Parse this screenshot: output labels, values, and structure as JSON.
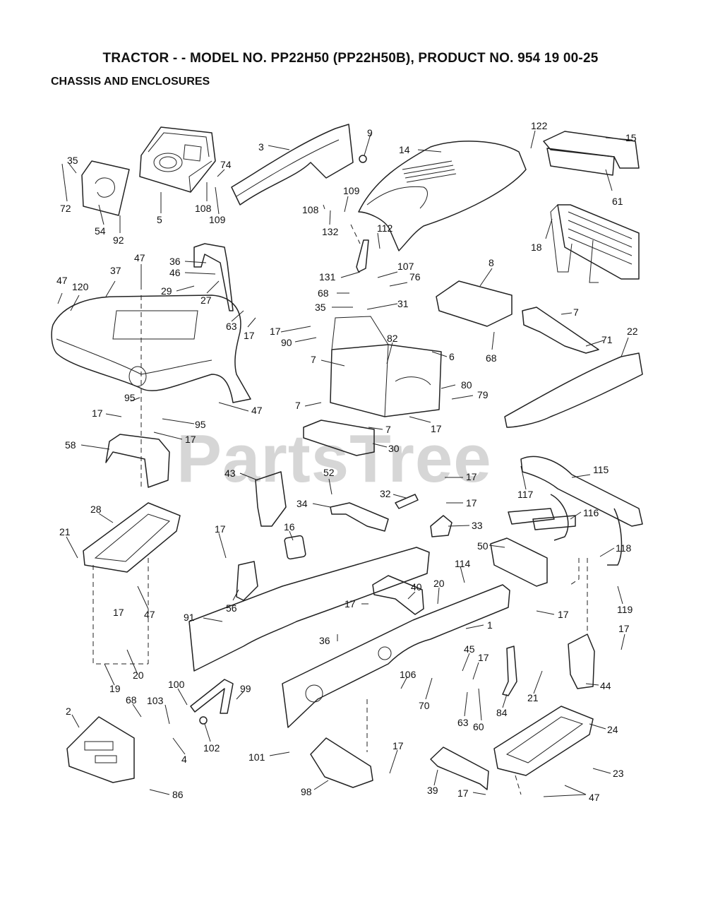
{
  "header": {
    "title": "TRACTOR - - MODEL NO. PP22H50 (PP22H50B), PRODUCT NO. 954 19 00-25",
    "subtitle": "CHASSIS AND ENCLOSURES"
  },
  "watermark": "PartsTree",
  "callouts": [
    {
      "id": "c-3",
      "text": "3"
    },
    {
      "id": "c-9",
      "text": "9"
    },
    {
      "id": "c-14",
      "text": "14"
    },
    {
      "id": "c-122",
      "text": "122"
    },
    {
      "id": "c-15",
      "text": "15"
    },
    {
      "id": "c-61",
      "text": "61"
    },
    {
      "id": "c-35a",
      "text": "35"
    },
    {
      "id": "c-72",
      "text": "72"
    },
    {
      "id": "c-54",
      "text": "54"
    },
    {
      "id": "c-92",
      "text": "92"
    },
    {
      "id": "c-5",
      "text": "5"
    },
    {
      "id": "c-74",
      "text": "74"
    },
    {
      "id": "c-108a",
      "text": "108"
    },
    {
      "id": "c-109a",
      "text": "109"
    },
    {
      "id": "c-109b",
      "text": "109"
    },
    {
      "id": "c-108b",
      "text": "108"
    },
    {
      "id": "c-132",
      "text": "132"
    },
    {
      "id": "c-112",
      "text": "112"
    },
    {
      "id": "c-18",
      "text": "18"
    },
    {
      "id": "c-36a",
      "text": "36"
    },
    {
      "id": "c-46",
      "text": "46"
    },
    {
      "id": "c-29",
      "text": "29"
    },
    {
      "id": "c-27",
      "text": "27"
    },
    {
      "id": "c-47a",
      "text": "47"
    },
    {
      "id": "c-37",
      "text": "37"
    },
    {
      "id": "c-47b",
      "text": "47"
    },
    {
      "id": "c-120",
      "text": "120"
    },
    {
      "id": "c-131",
      "text": "131"
    },
    {
      "id": "c-107",
      "text": "107"
    },
    {
      "id": "c-76",
      "text": "76"
    },
    {
      "id": "c-8",
      "text": "8"
    },
    {
      "id": "c-68a",
      "text": "68"
    },
    {
      "id": "c-35b",
      "text": "35"
    },
    {
      "id": "c-31",
      "text": "31"
    },
    {
      "id": "c-63a",
      "text": "63"
    },
    {
      "id": "c-17a",
      "text": "17"
    },
    {
      "id": "c-17b",
      "text": "17"
    },
    {
      "id": "c-90",
      "text": "90"
    },
    {
      "id": "c-82",
      "text": "82"
    },
    {
      "id": "c-6",
      "text": "6"
    },
    {
      "id": "c-68b",
      "text": "68"
    },
    {
      "id": "c-7a",
      "text": "7"
    },
    {
      "id": "c-71",
      "text": "71"
    },
    {
      "id": "c-22",
      "text": "22"
    },
    {
      "id": "c-7b",
      "text": "7"
    },
    {
      "id": "c-80",
      "text": "80"
    },
    {
      "id": "c-79",
      "text": "79"
    },
    {
      "id": "c-95a",
      "text": "95"
    },
    {
      "id": "c-47c",
      "text": "47"
    },
    {
      "id": "c-7c",
      "text": "7"
    },
    {
      "id": "c-17c",
      "text": "17"
    },
    {
      "id": "c-95b",
      "text": "95"
    },
    {
      "id": "c-7d",
      "text": "7"
    },
    {
      "id": "c-17d",
      "text": "17"
    },
    {
      "id": "c-17e",
      "text": "17"
    },
    {
      "id": "c-58",
      "text": "58"
    },
    {
      "id": "c-30",
      "text": "30"
    },
    {
      "id": "c-43",
      "text": "43"
    },
    {
      "id": "c-52",
      "text": "52"
    },
    {
      "id": "c-17f",
      "text": "17"
    },
    {
      "id": "c-117",
      "text": "117"
    },
    {
      "id": "c-115",
      "text": "115"
    },
    {
      "id": "c-32",
      "text": "32"
    },
    {
      "id": "c-17g",
      "text": "17"
    },
    {
      "id": "c-28",
      "text": "28"
    },
    {
      "id": "c-34",
      "text": "34"
    },
    {
      "id": "c-33",
      "text": "33"
    },
    {
      "id": "c-116",
      "text": "116"
    },
    {
      "id": "c-21a",
      "text": "21"
    },
    {
      "id": "c-17h",
      "text": "17"
    },
    {
      "id": "c-16",
      "text": "16"
    },
    {
      "id": "c-50",
      "text": "50"
    },
    {
      "id": "c-118",
      "text": "118"
    },
    {
      "id": "c-114",
      "text": "114"
    },
    {
      "id": "c-40",
      "text": "40"
    },
    {
      "id": "c-20a",
      "text": "20"
    },
    {
      "id": "c-56",
      "text": "56"
    },
    {
      "id": "c-47d",
      "text": "47"
    },
    {
      "id": "c-17i",
      "text": "17"
    },
    {
      "id": "c-17j",
      "text": "17"
    },
    {
      "id": "c-119",
      "text": "119"
    },
    {
      "id": "c-91",
      "text": "91"
    },
    {
      "id": "c-1",
      "text": "1"
    },
    {
      "id": "c-17k",
      "text": "17"
    },
    {
      "id": "c-17l",
      "text": "17"
    },
    {
      "id": "c-36b",
      "text": "36"
    },
    {
      "id": "c-45",
      "text": "45"
    },
    {
      "id": "c-17m",
      "text": "17"
    },
    {
      "id": "c-19",
      "text": "19"
    },
    {
      "id": "c-20b",
      "text": "20"
    },
    {
      "id": "c-100",
      "text": "100"
    },
    {
      "id": "c-99",
      "text": "99"
    },
    {
      "id": "c-106",
      "text": "106"
    },
    {
      "id": "c-70",
      "text": "70"
    },
    {
      "id": "c-21b",
      "text": "21"
    },
    {
      "id": "c-44",
      "text": "44"
    },
    {
      "id": "c-2",
      "text": "2"
    },
    {
      "id": "c-68c",
      "text": "68"
    },
    {
      "id": "c-103",
      "text": "103"
    },
    {
      "id": "c-63b",
      "text": "63"
    },
    {
      "id": "c-60",
      "text": "60"
    },
    {
      "id": "c-84",
      "text": "84"
    },
    {
      "id": "c-24",
      "text": "24"
    },
    {
      "id": "c-4",
      "text": "4"
    },
    {
      "id": "c-102",
      "text": "102"
    },
    {
      "id": "c-17n",
      "text": "17"
    },
    {
      "id": "c-101",
      "text": "101"
    },
    {
      "id": "c-23",
      "text": "23"
    },
    {
      "id": "c-86",
      "text": "86"
    },
    {
      "id": "c-98",
      "text": "98"
    },
    {
      "id": "c-39",
      "text": "39"
    },
    {
      "id": "c-17o",
      "text": "17"
    },
    {
      "id": "c-47e",
      "text": "47"
    }
  ]
}
